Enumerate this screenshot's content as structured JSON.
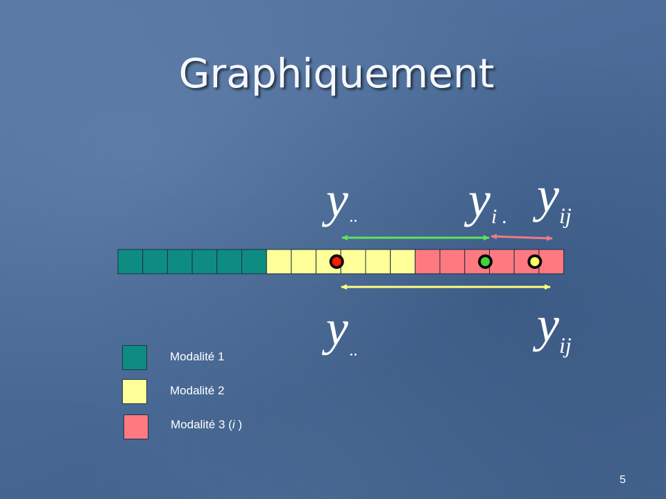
{
  "slide": {
    "title": "Graphiquement",
    "page_number": "5"
  },
  "colors": {
    "modalite_1": "#0f8c82",
    "modalite_2": "#ffff99",
    "modalite_3": "#ff7a80",
    "green_arrow": "#5ee45a",
    "pink_arrow": "#f07a80",
    "yellow_arrow": "#ffff80"
  },
  "cells": [
    1,
    1,
    1,
    1,
    1,
    1,
    2,
    2,
    2,
    2,
    2,
    2,
    3,
    3,
    3,
    3,
    3,
    3
  ],
  "markers": [
    {
      "name": "grand-mean-marker",
      "color": "#ff1a00",
      "index": 9
    },
    {
      "name": "group-mean-marker",
      "color": "#43d23c",
      "index": 15
    },
    {
      "name": "observation-marker",
      "color": "#ffff66",
      "index": 17
    }
  ],
  "symbols": {
    "top_left": {
      "base": "y",
      "sub": ".."
    },
    "top_mid": {
      "base": "y",
      "sub": "i ."
    },
    "top_right": {
      "base": "y",
      "sub": "ij"
    },
    "bottom_left": {
      "base": "y",
      "sub": ".."
    },
    "bottom_right": {
      "base": "y",
      "sub": "ij"
    }
  },
  "legend": [
    {
      "label": "Modalité 1",
      "color": "#0f8c82"
    },
    {
      "label": "Modalité 2",
      "color": "#ffff99"
    },
    {
      "label_prefix": "Modalité 3 (",
      "label_italic": "i",
      "label_suffix": " )",
      "color": "#ff7a80"
    }
  ]
}
